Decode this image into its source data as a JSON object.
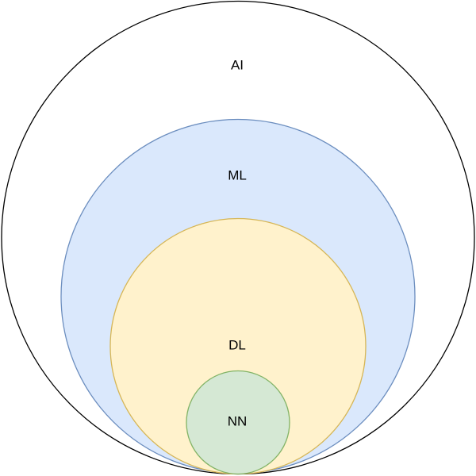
{
  "diagram": {
    "regions": [
      {
        "id": "ai",
        "label": "AI",
        "fill": "#ffffff",
        "stroke": "#000000"
      },
      {
        "id": "ml",
        "label": "ML",
        "fill": "#dae8fc",
        "stroke": "#6c8ebf"
      },
      {
        "id": "dl",
        "label": "DL",
        "fill": "#fff2cc",
        "stroke": "#d6b656"
      },
      {
        "id": "nn",
        "label": "NN",
        "fill": "#d5e8d4",
        "stroke": "#82b366"
      }
    ]
  }
}
